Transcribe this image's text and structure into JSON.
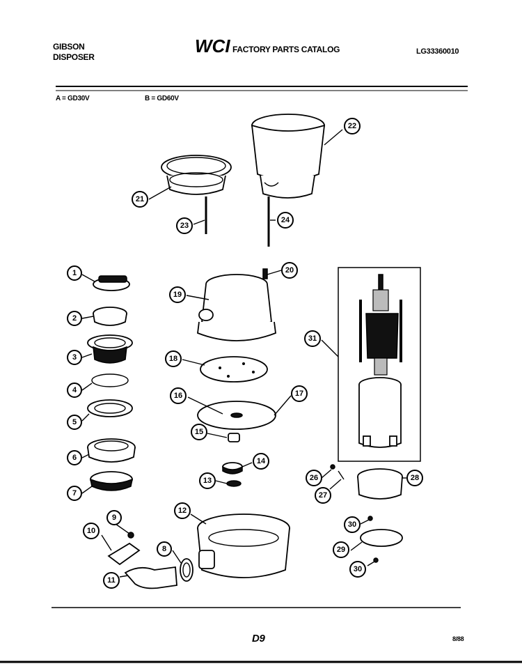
{
  "header": {
    "brand_line1": "GIBSON",
    "brand_line2": "DISPOSER",
    "logo_text": "WCI",
    "catalog_title": "FACTORY PARTS CATALOG",
    "doc_number": "LG33360010"
  },
  "models": {
    "a": "A = GD30V",
    "b": "B = GD60V"
  },
  "footer": {
    "page": "D9",
    "date_code": "8/88"
  },
  "callouts": [
    "1",
    "2",
    "3",
    "4",
    "5",
    "6",
    "7",
    "8",
    "9",
    "10",
    "11",
    "12",
    "13",
    "14",
    "15",
    "16",
    "17",
    "18",
    "19",
    "20",
    "21",
    "22",
    "23",
    "24",
    "26",
    "27",
    "28",
    "29",
    "30",
    "30",
    "31"
  ]
}
